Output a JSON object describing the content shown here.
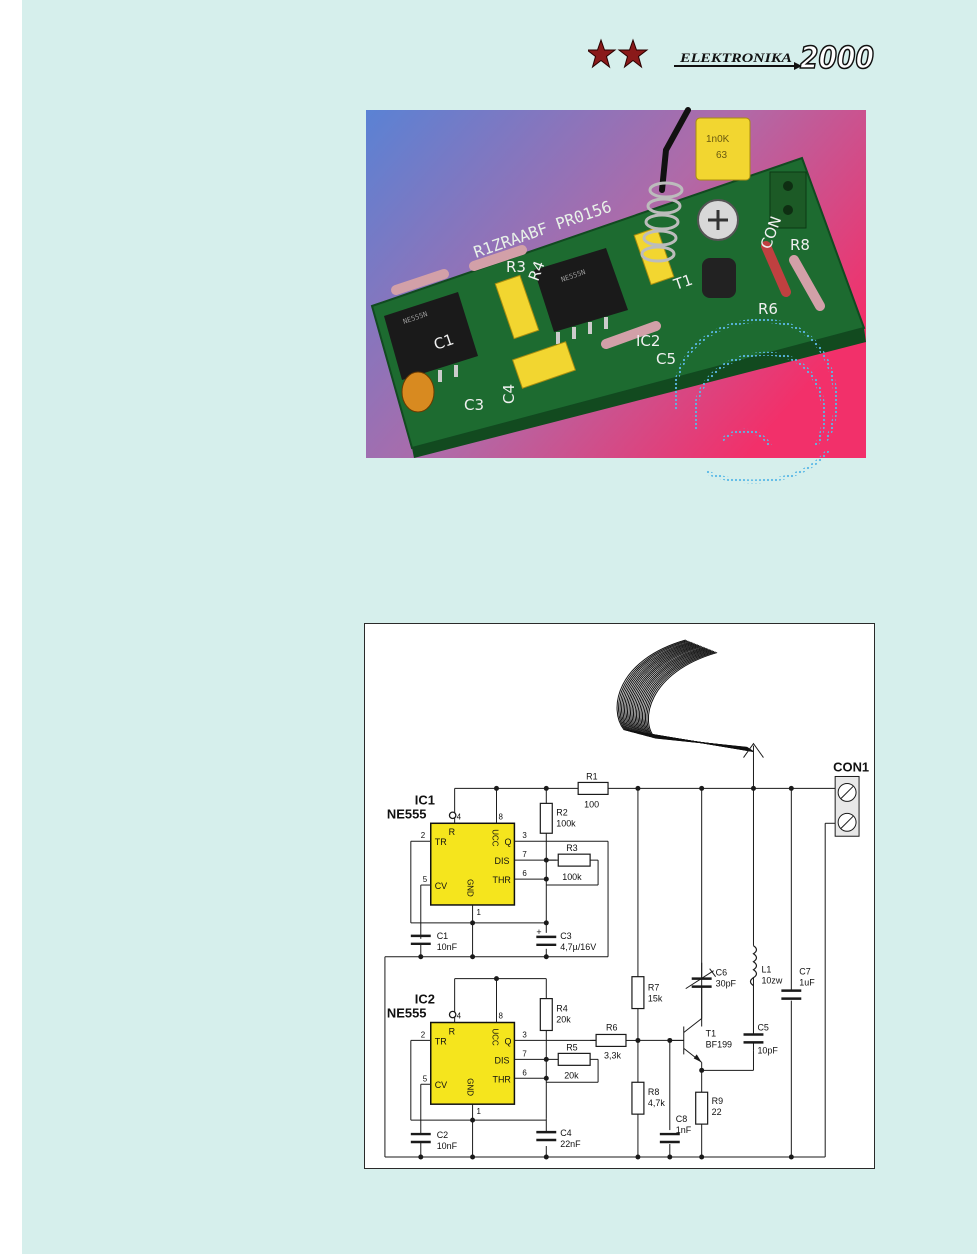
{
  "logo": {
    "stars": [
      "star",
      "star"
    ],
    "brand": "ELEKTRONIKA",
    "year": "2000"
  },
  "photo": {
    "board_silkscreen": "R1ZRAABF PR0156",
    "labels": [
      "R3",
      "R4",
      "R8",
      "C1",
      "C3",
      "C4",
      "C5",
      "R6",
      "T1",
      "IC2",
      "CON"
    ],
    "ic_marks": [
      "NE555N",
      "NE555N"
    ],
    "cap_mark": [
      "1n0K",
      "63"
    ]
  },
  "schematic": {
    "ic1": {
      "name": "IC1",
      "type": "NE555"
    },
    "ic2": {
      "name": "IC2",
      "type": "NE555"
    },
    "ic_pins": {
      "r": "R",
      "vcc": "UCC",
      "tr": "TR",
      "q": "Q",
      "dis": "DIS",
      "cv": "CV",
      "thr": "THR",
      "gnd": "GND"
    },
    "pin_numbers": {
      "p4": "4",
      "p8": "8",
      "p2": "2",
      "p3": "3",
      "p7": "7",
      "p6": "6",
      "p5": "5",
      "p1": "1"
    },
    "connector": "CON1",
    "components": {
      "R1": {
        "name": "R1",
        "value": "100"
      },
      "R2": {
        "name": "R2",
        "value": "100k"
      },
      "R3": {
        "name": "R3",
        "value": "100k"
      },
      "C1": {
        "name": "C1",
        "value": "10nF"
      },
      "C3": {
        "name": "C3",
        "value": "4,7µ/16V"
      },
      "R4": {
        "name": "R4",
        "value": "20k"
      },
      "R5": {
        "name": "R5",
        "value": "20k"
      },
      "C2": {
        "name": "C2",
        "value": "10nF"
      },
      "C4": {
        "name": "C4",
        "value": "22nF"
      },
      "R6": {
        "name": "R6",
        "value": "3,3k"
      },
      "R7": {
        "name": "R7",
        "value": "15k"
      },
      "R8": {
        "name": "R8",
        "value": "4,7k"
      },
      "C8": {
        "name": "C8",
        "value": "1nF"
      },
      "C6": {
        "name": "C6",
        "value": "30pF"
      },
      "L1": {
        "name": "L1",
        "value": "10zw"
      },
      "C7": {
        "name": "C7",
        "value": "1uF"
      },
      "T1": {
        "name": "T1",
        "value": "BF199"
      },
      "C5": {
        "name": "C5",
        "value": "10pF"
      },
      "R9": {
        "name": "R9",
        "value": "22"
      }
    },
    "plus_sign": "+"
  },
  "colors": {
    "panel": "#d6efec",
    "ic_fill": "#f5e51d",
    "wire": "#1a1a1a",
    "photo_bg_left": "#5a7fd0",
    "photo_bg_right": "#f0306a",
    "pcb_green": "#1e6a32",
    "dot_arc": "#5ab9e6"
  }
}
